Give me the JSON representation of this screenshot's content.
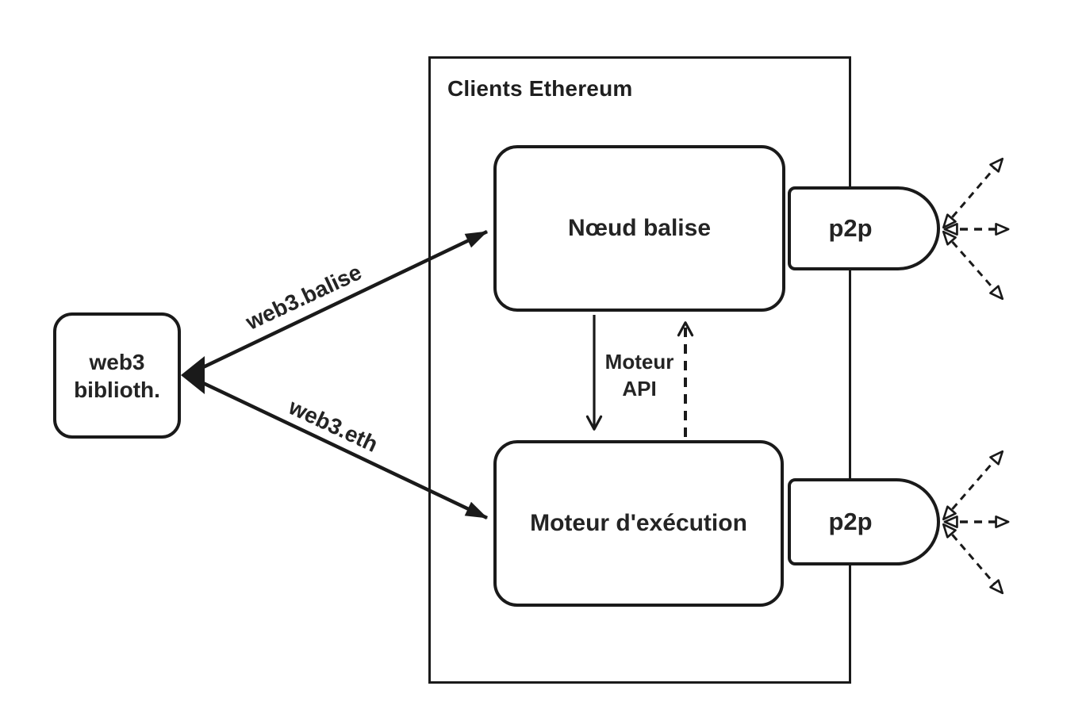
{
  "colors": {
    "background": "#ffffff",
    "stroke": "#1a1a1a",
    "text": "#242424"
  },
  "diagram": {
    "container_title": "Clients Ethereum",
    "nodes": {
      "web3_library": {
        "line1": "web3",
        "line2": "biblioth."
      },
      "beacon_node": {
        "label": "Nœud balise"
      },
      "execution_engine": {
        "label": "Moteur d'exécution"
      },
      "p2p_top": {
        "label": "p2p"
      },
      "p2p_bottom": {
        "label": "p2p"
      }
    },
    "edge_labels": {
      "web3_balise": "web3.balise",
      "web3_eth": "web3.eth",
      "engine_api_line1": "Moteur",
      "engine_api_line2": "API"
    }
  }
}
